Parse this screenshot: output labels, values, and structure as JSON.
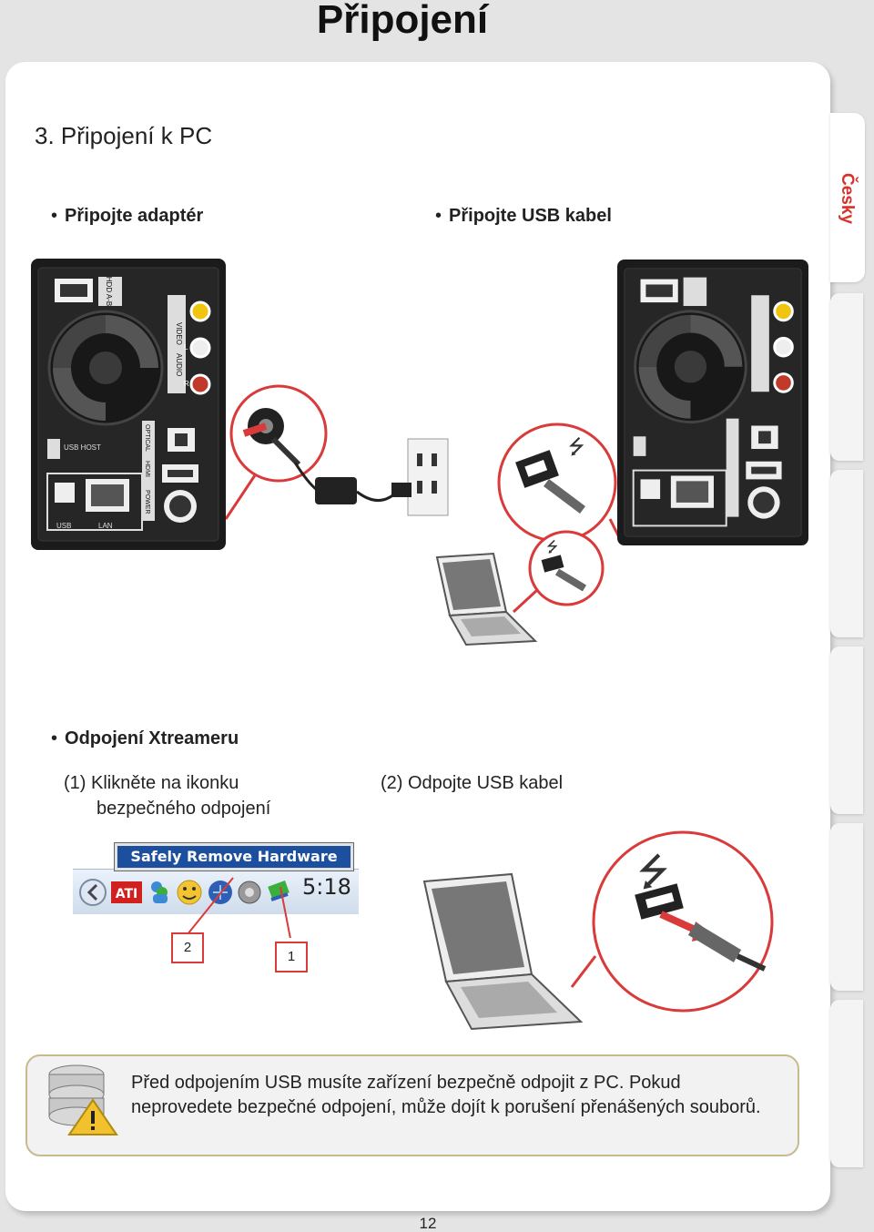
{
  "header": {
    "title": "Připojení"
  },
  "side_tab": {
    "label": "Česky",
    "accent": "#d9302a"
  },
  "section": {
    "title": "3. Připojení k PC"
  },
  "connect": {
    "adapter_bullet": "Připojte adaptér",
    "usb_bullet": "Připojte USB kabel"
  },
  "device_labels": {
    "hdd": "HDD A-B",
    "video": "VIDEO",
    "audio": "AUDIO",
    "l": "L",
    "r": "R",
    "usb_host": "USB HOST",
    "optical": "OPTICAL",
    "hdmi": "HDMI",
    "power": "POWER",
    "usb": "USB",
    "lan": "LAN"
  },
  "disconnect": {
    "bullet": "Odpojení Xtreameru",
    "step1": "(1) Klikněte na ikonku",
    "step1_cont": "bezpečného odpojení",
    "step2": "(2) Odpojte USB kabel"
  },
  "tray": {
    "tooltip": "Safely Remove Hardware",
    "ati": "ATI",
    "time": "5:18"
  },
  "callouts": {
    "c2": "2",
    "c1": "1"
  },
  "note": {
    "text": "Před odpojením USB musíte zařízení bezpečně odpojit z PC. Pokud neprovedete bezpečné odpojení, může dojít k porušení přenášených souborů."
  },
  "footer": {
    "page_number": "12"
  }
}
